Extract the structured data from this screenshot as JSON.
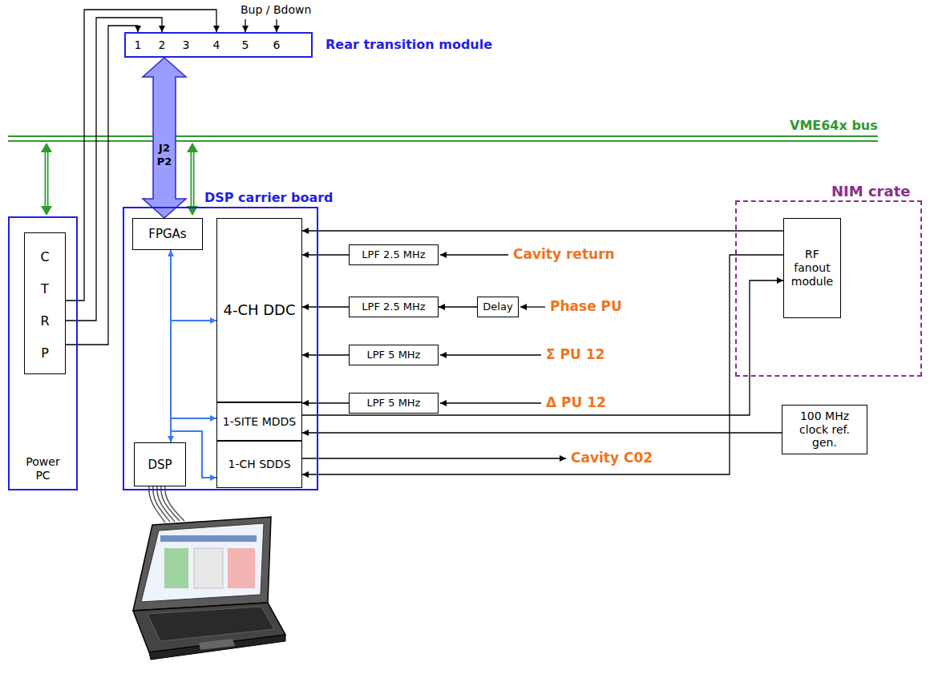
{
  "diagram": {
    "nodes": [
      {
        "text": [
          "Power PC"
        ]
      },
      {
        "text": [
          "C T R P"
        ],
        "in": 0
      },
      {
        "text": [
          "Rear transition module"
        ]
      },
      {
        "text": [
          "DSP carrier board"
        ]
      },
      {
        "text": [
          "FPGAs"
        ],
        "in": 3
      },
      {
        "text": [
          "4-CH DDC"
        ],
        "in": 3
      },
      {
        "text": [
          "1-SITE MDDS"
        ],
        "in": 3
      },
      {
        "text": [
          "1-CH SDDS"
        ],
        "in": 3
      },
      {
        "text": [
          "DSP"
        ],
        "in": 3
      },
      {
        "text": [
          "LPF 2.5 MHz"
        ]
      },
      {
        "text": [
          "LPF 2.5 MHz"
        ]
      },
      {
        "text": [
          "Delay"
        ]
      },
      {
        "text": [
          "LPF 5 MHz"
        ]
      },
      {
        "text": [
          "LPF 5 MHz"
        ]
      },
      {
        "text": [
          "NIM crate"
        ]
      },
      {
        "text": [
          "RF fanout module"
        ],
        "in": 14
      },
      {
        "text": [
          "100 MHz clock ref. gen."
        ]
      }
    ],
    "edges": [
      {
        "from": 1,
        "to": 2,
        "arrow": "to"
      },
      {
        "from": 1,
        "to": 2,
        "arrow": "to"
      },
      {
        "from": 1,
        "to": 2,
        "arrow": "to"
      },
      {
        "from": 2,
        "to": 4,
        "label": "J2 P2",
        "arrow": "both"
      },
      {
        "from": 9,
        "to": 5,
        "arrow": "to"
      },
      {
        "from": 10,
        "to": 5,
        "arrow": "to"
      },
      {
        "from": 11,
        "to": 10,
        "arrow": "to"
      },
      {
        "from": 12,
        "to": 5,
        "arrow": "to"
      },
      {
        "from": 13,
        "to": 5,
        "arrow": "to"
      },
      {
        "from": 15,
        "to": 5,
        "arrow": "to"
      },
      {
        "from": 6,
        "to": 15,
        "arrow": "to"
      },
      {
        "from": 15,
        "to": 7,
        "arrow": "to"
      },
      {
        "from": 16,
        "to": 6,
        "arrow": "to"
      },
      {
        "from": 8,
        "to": 4,
        "arrow": "both"
      },
      {
        "from": 8,
        "to": 5,
        "arrow": "to"
      },
      {
        "from": 8,
        "to": 6,
        "arrow": "to"
      },
      {
        "from": 8,
        "to": 7,
        "arrow": "to"
      }
    ],
    "labels": [
      "Bup / Bdown",
      "1",
      "2",
      "3",
      "4",
      "5",
      "6",
      "VME64x bus",
      "Cavity return",
      "Phase PU",
      "Σ PU 12",
      "Δ PU 12",
      "Cavity C02"
    ]
  }
}
